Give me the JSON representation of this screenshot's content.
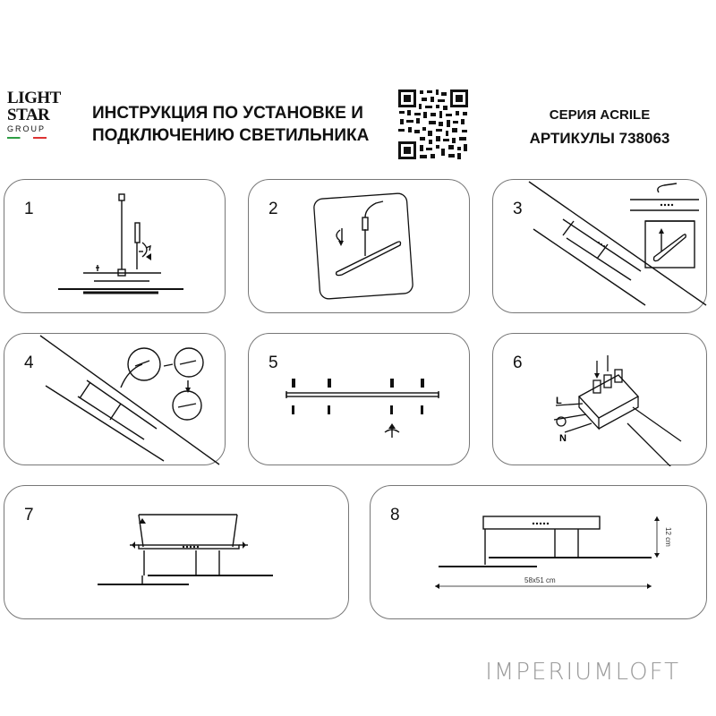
{
  "header": {
    "logo_line1": "LIGHT",
    "logo_line2": "STAR",
    "logo_line3": "GROUP",
    "title_line1": "ИНСТРУКЦИЯ ПО УСТАНОВКЕ И",
    "title_line2": "ПОДКЛЮЧЕНИЮ СВЕТИЛЬНИКА",
    "series": "СЕРИЯ ACRILE",
    "articles": "АРТИКУЛЫ 738063"
  },
  "steps": [
    {
      "number": "1"
    },
    {
      "number": "2"
    },
    {
      "number": "3"
    },
    {
      "number": "4"
    },
    {
      "number": "5"
    },
    {
      "number": "6",
      "wire_l": "L",
      "wire_n": "N"
    },
    {
      "number": "7"
    },
    {
      "number": "8",
      "dim_height": "12 cm",
      "dim_size": "58x51 cm"
    }
  ],
  "footer": {
    "brand_part1": "IMPERIUM",
    "brand_part2": "LOFT"
  },
  "colors": {
    "line": "#111111",
    "panel_border": "#777777",
    "brand": "#9a9a9a"
  }
}
